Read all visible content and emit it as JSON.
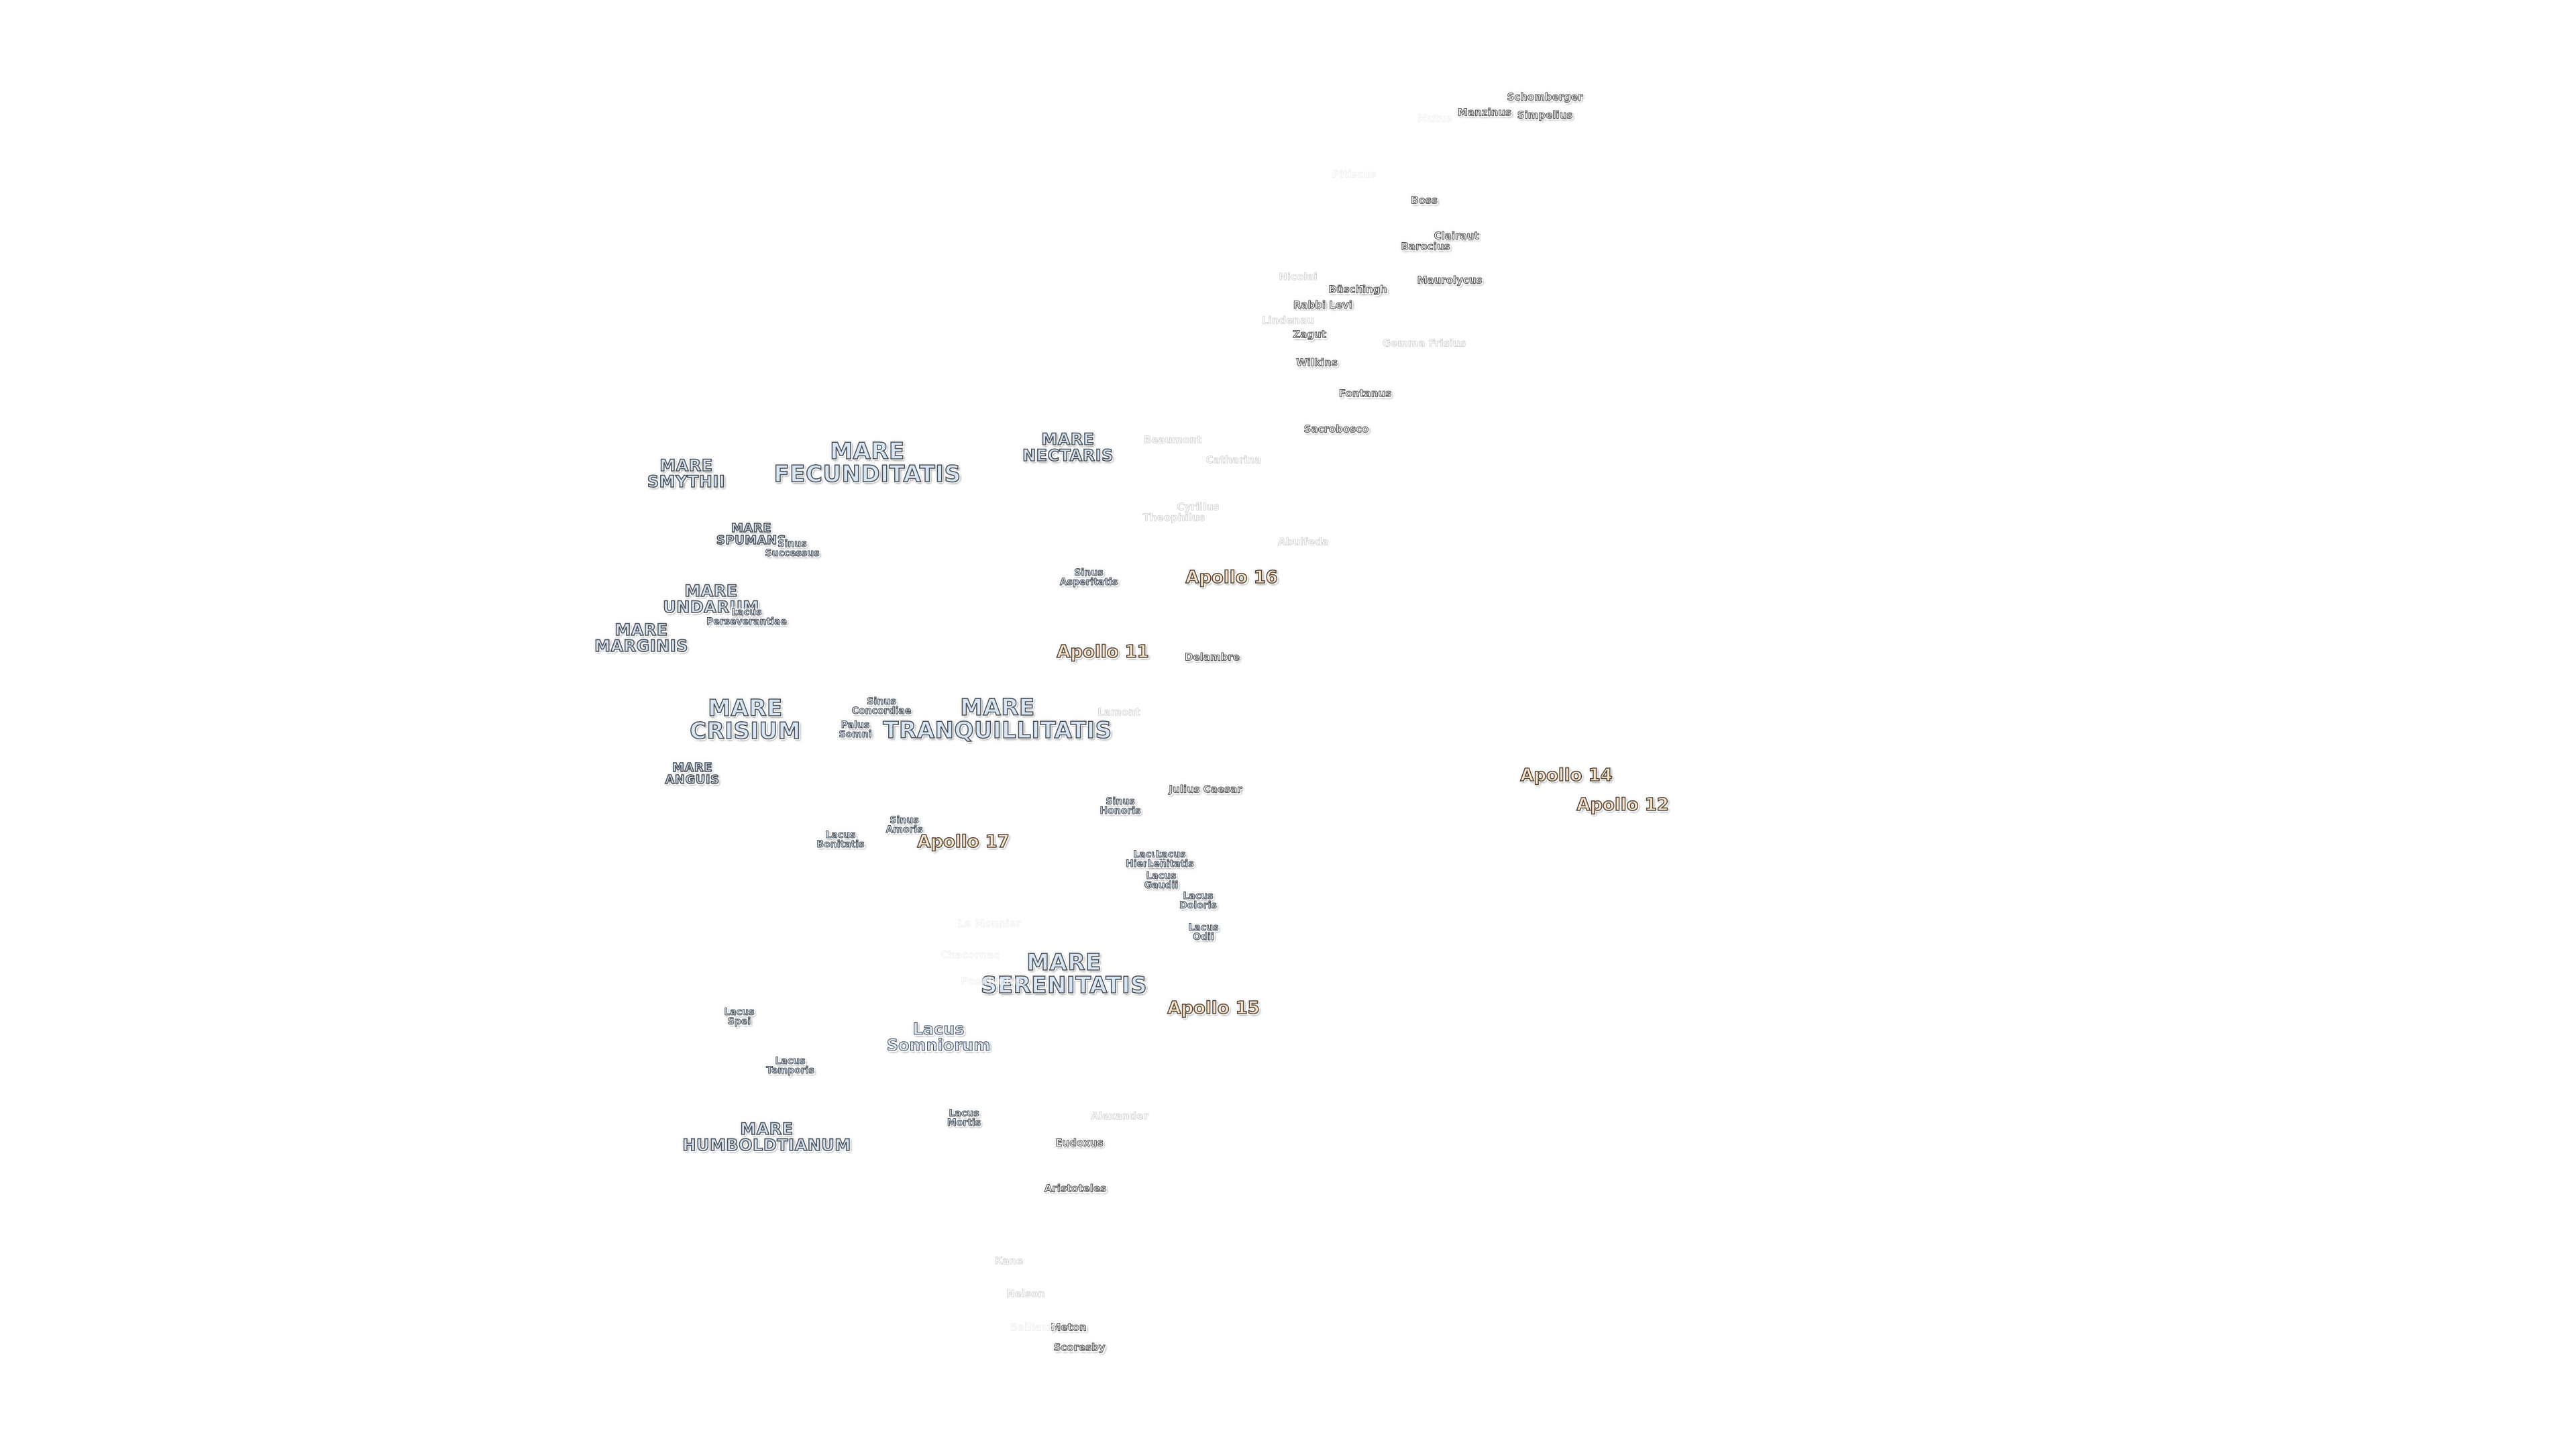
{
  "map": {
    "colors": {
      "background": "#ffffff",
      "mare_fill": "#d7e6f2",
      "apollo_fill": "#fbe7cf",
      "outline": "#4a4f57"
    },
    "labels": [
      {
        "name": "mare-fecunditatis-label",
        "lines": [
          "MARE",
          "FECUNDITATIS"
        ],
        "kind": "mare big"
      },
      {
        "name": "mare-tranquillitatis-label",
        "lines": [
          "MARE",
          "TRANQUILLITATIS"
        ],
        "kind": "mare big"
      },
      {
        "name": "mare-serenitatis-label",
        "lines": [
          "MARE",
          "SERENITATIS"
        ],
        "kind": "mare big"
      },
      {
        "name": "mare-crisium-label",
        "lines": [
          "MARE",
          "CRISIUM"
        ],
        "kind": "mare big"
      },
      {
        "name": "mare-smythii-label",
        "lines": [
          "MARE",
          "SMYTHII"
        ],
        "kind": "mare"
      },
      {
        "name": "mare-nectaris-label",
        "lines": [
          "MARE",
          "NECTARIS"
        ],
        "kind": "mare"
      },
      {
        "name": "mare-undarum-label",
        "lines": [
          "MARE",
          "UNDARUM"
        ],
        "kind": "mare"
      },
      {
        "name": "mare-marginis-label",
        "lines": [
          "MARE",
          "MARGINIS"
        ],
        "kind": "mare"
      },
      {
        "name": "mare-humboldtianum-label",
        "lines": [
          "MARE",
          "HUMBOLDTIANUM"
        ],
        "kind": "mare"
      },
      {
        "name": "mare-spumans-label",
        "lines": [
          "MARE",
          "SPUMANS"
        ],
        "kind": "mare small"
      },
      {
        "name": "mare-anguis-label",
        "lines": [
          "MARE",
          "ANGUIS"
        ],
        "kind": "mare small"
      },
      {
        "name": "lacus-somniorum-label",
        "lines": [
          "Lacus",
          "Somniorum"
        ],
        "kind": "lacus big"
      },
      {
        "name": "sinus-successus-label",
        "lines": [
          "Sinus",
          "Successus"
        ],
        "kind": "lacus"
      },
      {
        "name": "lacus-perseverantiae-label",
        "lines": [
          "Lacus",
          "Perseverantiae"
        ],
        "kind": "lacus"
      },
      {
        "name": "sinus-asperitatis-label",
        "lines": [
          "Sinus",
          "Asperitatis"
        ],
        "kind": "lacus"
      },
      {
        "name": "sinus-concordiae-label",
        "lines": [
          "Sinus",
          "Concordiae"
        ],
        "kind": "lacus"
      },
      {
        "name": "palus-somni-label",
        "lines": [
          "Palus",
          "Somni"
        ],
        "kind": "lacus"
      },
      {
        "name": "sinus-amoris-label",
        "lines": [
          "Sinus",
          "Amoris"
        ],
        "kind": "lacus"
      },
      {
        "name": "lacus-bonitatis-label",
        "lines": [
          "Lacus",
          "Bonitatis"
        ],
        "kind": "lacus"
      },
      {
        "name": "sinus-honoris-label",
        "lines": [
          "Sinus",
          "Honoris"
        ],
        "kind": "lacus"
      },
      {
        "name": "lacus-hiemalis-label",
        "lines": [
          "Lacus",
          "Hiemalis"
        ],
        "kind": "lacus"
      },
      {
        "name": "lacus-lenitatis-label",
        "lines": [
          "Lacus",
          "Lenitatis"
        ],
        "kind": "lacus"
      },
      {
        "name": "lacus-gaudii-label",
        "lines": [
          "Lacus",
          "Gaudii"
        ],
        "kind": "lacus"
      },
      {
        "name": "lacus-doloris-label",
        "lines": [
          "Lacus",
          "Doloris"
        ],
        "kind": "lacus"
      },
      {
        "name": "lacus-odii-label",
        "lines": [
          "Lacus",
          "Odii"
        ],
        "kind": "lacus"
      },
      {
        "name": "lacus-spei-label",
        "lines": [
          "Lacus",
          "Spei"
        ],
        "kind": "lacus"
      },
      {
        "name": "lacus-temporis-label",
        "lines": [
          "Lacus",
          "Temporis"
        ],
        "kind": "lacus"
      },
      {
        "name": "lacus-mortis-label",
        "lines": [
          "Lacus",
          "Mortis"
        ],
        "kind": "lacus"
      },
      {
        "name": "apollo-11-label",
        "lines": [
          "Apollo 11"
        ],
        "kind": "apollo"
      },
      {
        "name": "apollo-12-label",
        "lines": [
          "Apollo 12"
        ],
        "kind": "apollo"
      },
      {
        "name": "apollo-14-label",
        "lines": [
          "Apollo 14"
        ],
        "kind": "apollo"
      },
      {
        "name": "apollo-15-label",
        "lines": [
          "Apollo 15"
        ],
        "kind": "apollo"
      },
      {
        "name": "apollo-16-label",
        "lines": [
          "Apollo 16"
        ],
        "kind": "apollo"
      },
      {
        "name": "apollo-17-label",
        "lines": [
          "Apollo 17"
        ],
        "kind": "apollo"
      },
      {
        "name": "schomberger-label",
        "lines": [
          "Schomberger"
        ],
        "kind": "crater"
      },
      {
        "name": "simpelius-label",
        "lines": [
          "Simpelius"
        ],
        "kind": "crater"
      },
      {
        "name": "manzinus-label",
        "lines": [
          "Manzinus"
        ],
        "kind": "crater"
      },
      {
        "name": "mutus-label",
        "lines": [
          "Mutus"
        ],
        "kind": "crater ghost"
      },
      {
        "name": "pitiscus-label",
        "lines": [
          "Pitiscus"
        ],
        "kind": "crater ghost"
      },
      {
        "name": "boss-label",
        "lines": [
          "Boss"
        ],
        "kind": "crater"
      },
      {
        "name": "clairaut-label",
        "lines": [
          "Clairaut"
        ],
        "kind": "crater"
      },
      {
        "name": "barocius-label",
        "lines": [
          "Barocius"
        ],
        "kind": "crater"
      },
      {
        "name": "nicolai-label",
        "lines": [
          "Nicolai"
        ],
        "kind": "crater faint"
      },
      {
        "name": "buch-label",
        "lines": [
          "Buch"
        ],
        "kind": "crater"
      },
      {
        "name": "busching-label",
        "lines": [
          "Büsching"
        ],
        "kind": "crater"
      },
      {
        "name": "maurolycus-label",
        "lines": [
          "Maurolycus"
        ],
        "kind": "crater"
      },
      {
        "name": "rabbi-levi-label",
        "lines": [
          "Rabbi Levi"
        ],
        "kind": "crater"
      },
      {
        "name": "lindenau-label",
        "lines": [
          "Lindenau"
        ],
        "kind": "crater faint"
      },
      {
        "name": "zagut-label",
        "lines": [
          "Zagut"
        ],
        "kind": "crater"
      },
      {
        "name": "gemma-frisius-label",
        "lines": [
          "Gemma Frisius"
        ],
        "kind": "crater faint"
      },
      {
        "name": "wilkins-label",
        "lines": [
          "Wilkins"
        ],
        "kind": "crater"
      },
      {
        "name": "fontanus-label",
        "lines": [
          "Fontanus"
        ],
        "kind": "crater"
      },
      {
        "name": "sacrobosco-label",
        "lines": [
          "Sacrobosco"
        ],
        "kind": "crater"
      },
      {
        "name": "beaumont-label",
        "lines": [
          "Beaumont"
        ],
        "kind": "crater faint"
      },
      {
        "name": "catharina-label",
        "lines": [
          "Catharina"
        ],
        "kind": "crater faint"
      },
      {
        "name": "cyrillus-label",
        "lines": [
          "Cyrillus"
        ],
        "kind": "crater faint"
      },
      {
        "name": "theophilus-label",
        "lines": [
          "Theophilus"
        ],
        "kind": "crater faint"
      },
      {
        "name": "abulfeda-label",
        "lines": [
          "Abulfeda"
        ],
        "kind": "crater faint"
      },
      {
        "name": "delambre-label",
        "lines": [
          "Delambre"
        ],
        "kind": "crater"
      },
      {
        "name": "lamont-label",
        "lines": [
          "Lamont"
        ],
        "kind": "crater faint"
      },
      {
        "name": "julius-caesar-label",
        "lines": [
          "Julius Caesar"
        ],
        "kind": "crater"
      },
      {
        "name": "le-monnier-label",
        "lines": [
          "Le Monnier"
        ],
        "kind": "crater ghost"
      },
      {
        "name": "chacornac-label",
        "lines": [
          "Chacornac"
        ],
        "kind": "crater ghost"
      },
      {
        "name": "posidonius-label",
        "lines": [
          "Posidonius"
        ],
        "kind": "crater ghost"
      },
      {
        "name": "alexander-label",
        "lines": [
          "Alexander"
        ],
        "kind": "crater faint"
      },
      {
        "name": "eudoxus-label",
        "lines": [
          "Eudoxus"
        ],
        "kind": "crater"
      },
      {
        "name": "aristoteles-label",
        "lines": [
          "Aristoteles"
        ],
        "kind": "crater"
      },
      {
        "name": "kane-label",
        "lines": [
          "Kane"
        ],
        "kind": "crater faint"
      },
      {
        "name": "nelson-label",
        "lines": [
          "Nelson"
        ],
        "kind": "crater faint"
      },
      {
        "name": "meton-label",
        "lines": [
          "Meton"
        ],
        "kind": "crater"
      },
      {
        "name": "baillaud-label",
        "lines": [
          "Baillaud"
        ],
        "kind": "crater ghost"
      },
      {
        "name": "scoresby-label",
        "lines": [
          "Scoresby"
        ],
        "kind": "crater"
      }
    ]
  }
}
